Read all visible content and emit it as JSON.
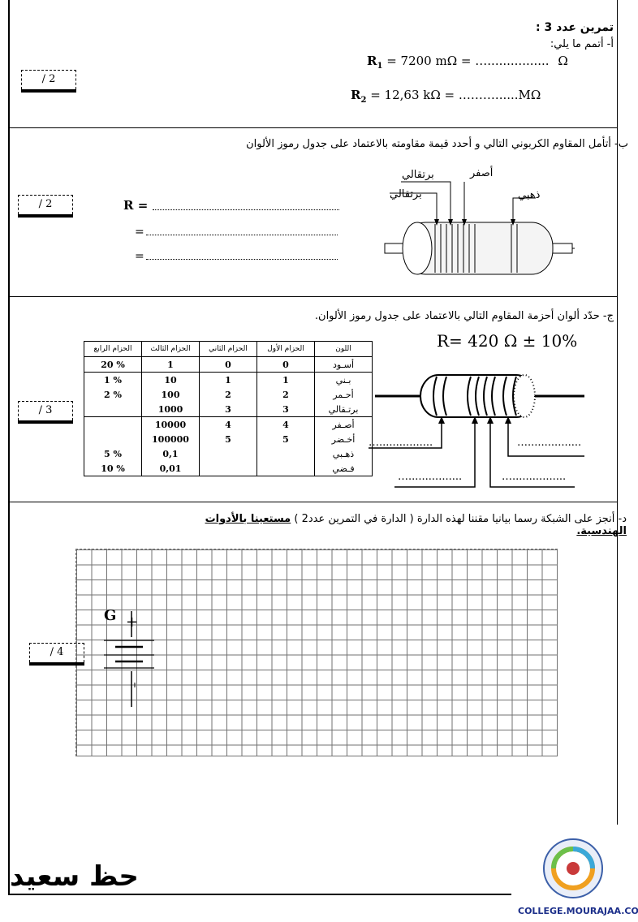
{
  "header": {
    "title": "تمرين عدد 3 :",
    "part_a": "أ- أتمم ما يلي:"
  },
  "part_a_eq": {
    "r1_label": "R",
    "r1_sub": "1",
    "r1_expr": "= 7200 mΩ =",
    "r1_blank": "…................",
    "r1_unit": "Ω",
    "r2_label": "R",
    "r2_sub": "2",
    "r2_expr": "= 12,63 kΩ =",
    "r2_blank": "………......",
    "r2_unit": "MΩ"
  },
  "scores": {
    "s1": "/ 2",
    "s2": "/ 2",
    "s3": "/ 3",
    "s4": "/ 4"
  },
  "part_b": {
    "prompt": "ب- أتأمل المقاوم الكربوني التالي و أحدد قيمة مقاومته بالاعتماد على جدول رموز الألوان",
    "r_label": "R =",
    "eq2": "=",
    "eq3": "=",
    "bands": {
      "orange1": "برتقالي",
      "yellow": "أصفر",
      "orange2": "برتقالي",
      "gold": "ذهبي"
    }
  },
  "part_c": {
    "prompt": "ج- حدّد ألوان أحزمة المقاوم التالي بالاعتماد على جدول رموز الألوان.",
    "value": "R= 420 Ω ± 10%",
    "blanks": [
      "…................",
      "…................",
      "…................",
      "…................"
    ]
  },
  "table": {
    "headers": [
      "اللون",
      "الحزام الأول",
      "الحزام الثاني",
      "الحزام الثالث",
      "الحزام الرابع"
    ],
    "rows": [
      [
        "أسـود",
        "0",
        "0",
        "1",
        "20 %"
      ],
      [
        "بـني",
        "1",
        "1",
        "10",
        "1 %"
      ],
      [
        "أحـمر",
        "2",
        "2",
        "100",
        "2 %"
      ],
      [
        "برتـقالي",
        "3",
        "3",
        "1000",
        ""
      ],
      [
        "أصـفر",
        "4",
        "4",
        "10000",
        ""
      ],
      [
        "أخـضر",
        "5",
        "5",
        "100000",
        ""
      ],
      [
        "ذهـبي",
        "",
        "",
        "0,1",
        "5 %"
      ],
      [
        "فـضي",
        "",
        "",
        "0,01",
        "10 %"
      ]
    ]
  },
  "part_d": {
    "prompt_a": "د- أنجز على الشبكة رسما بيانيا مقننا لهذه الدارة ( الدارة في التمرين عدد2 )",
    "prompt_b": "مستعينا بالأدوات الهندسية.",
    "g_label": "G",
    "plus": "+"
  },
  "footer": {
    "signature": "حظ سعيد",
    "site": "COLLEGE.MOURAJAA.COM"
  }
}
